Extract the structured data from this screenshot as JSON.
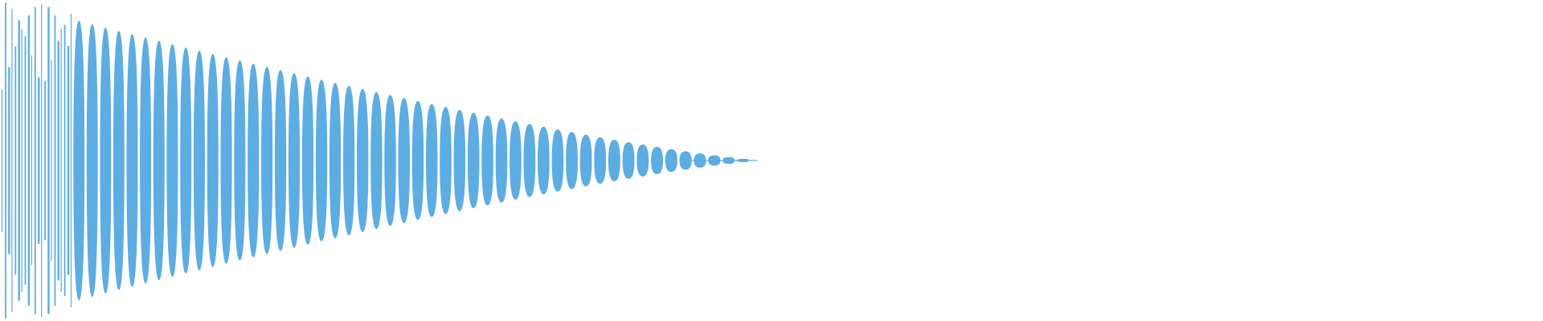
{
  "waveform": {
    "color": "#5dade2",
    "background": "#ffffff",
    "signal": "decaying-oscillation",
    "decay_shape": "linear-taper",
    "cycles_visible": 64,
    "peak_amplitude_fraction": 1.0,
    "envelope_end_fraction_of_width": 0.49
  }
}
